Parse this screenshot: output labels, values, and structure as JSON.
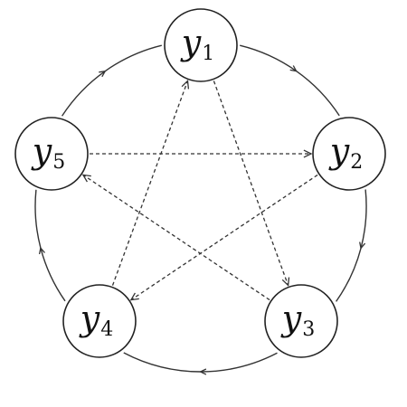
{
  "diagram": {
    "nodes": [
      {
        "id": "y1",
        "base": "y",
        "sub": "1"
      },
      {
        "id": "y2",
        "base": "y",
        "sub": "2"
      },
      {
        "id": "y3",
        "base": "y",
        "sub": "3"
      },
      {
        "id": "y4",
        "base": "y",
        "sub": "4"
      },
      {
        "id": "y5",
        "base": "y",
        "sub": "5"
      }
    ],
    "ring_edges": [
      {
        "from": "y1",
        "to": "y2"
      },
      {
        "from": "y2",
        "to": "y3"
      },
      {
        "from": "y3",
        "to": "y4"
      },
      {
        "from": "y4",
        "to": "y5"
      },
      {
        "from": "y5",
        "to": "y1"
      }
    ],
    "dashed_edges": [
      {
        "from": "y1",
        "to": "y3"
      },
      {
        "from": "y2",
        "to": "y4"
      },
      {
        "from": "y3",
        "to": "y5"
      },
      {
        "from": "y4",
        "to": "y1"
      },
      {
        "from": "y5",
        "to": "y2"
      }
    ],
    "colors": {
      "stroke": "#333333",
      "background": "#ffffff"
    }
  }
}
